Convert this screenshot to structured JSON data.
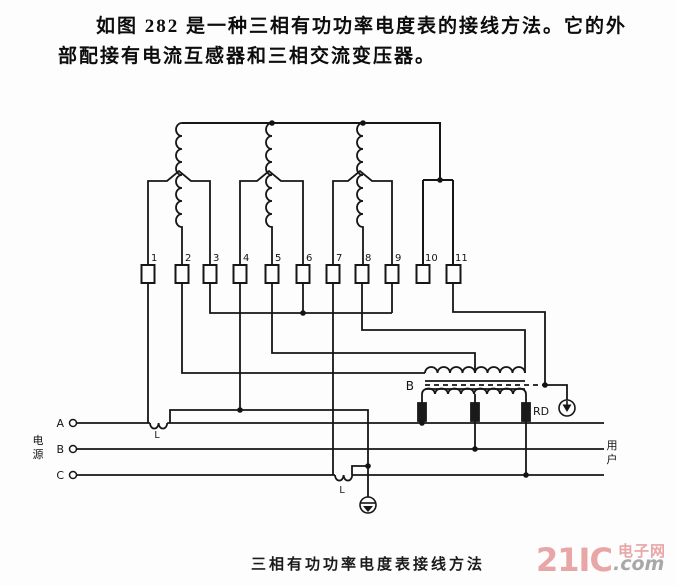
{
  "paragraph": {
    "line1": "如图 282 是一种三相有功功率电度表的接线方法。它的外",
    "line2": "部配接有电流互感器和三相交流变压器。"
  },
  "diagram": {
    "terminals": [
      "1",
      "2",
      "3",
      "4",
      "5",
      "6",
      "7",
      "8",
      "9",
      "10",
      "11"
    ],
    "phase_a_label": "A",
    "phase_b_label": "B",
    "phase_c_label": "C",
    "source_label_chars": [
      "电",
      "源"
    ],
    "load_label_chars": [
      "用",
      "户"
    ],
    "transformer_label": "B",
    "fuse_label": "RD",
    "ct_a_label": "L",
    "ct_c_label": "L"
  },
  "caption": "三相有功功率电度表接线方法",
  "watermark": {
    "big": "21IC",
    "cn": "电子网",
    "com": ".com"
  },
  "colors": {
    "line": "#161616",
    "watermark_pink": "#e8a6a6",
    "watermark_gray": "#a8a8a8",
    "background": "#fdfdfd"
  }
}
